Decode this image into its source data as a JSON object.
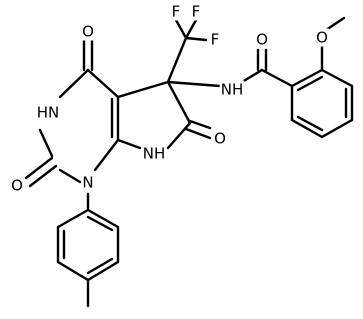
{
  "molecule": {
    "atoms": [
      {
        "id": "o1",
        "text": "O"
      },
      {
        "id": "f1",
        "text": "F"
      },
      {
        "id": "f2",
        "text": "F"
      },
      {
        "id": "f3",
        "text": "F"
      },
      {
        "id": "o2",
        "text": "O"
      },
      {
        "id": "och3",
        "text": "O"
      },
      {
        "id": "hn1",
        "text": "HN"
      },
      {
        "id": "nh1",
        "text": "NH"
      },
      {
        "id": "o3",
        "text": "O"
      },
      {
        "id": "n1",
        "text": "N"
      },
      {
        "id": "nh2",
        "text": "NH"
      },
      {
        "id": "o4",
        "text": "O"
      }
    ]
  }
}
